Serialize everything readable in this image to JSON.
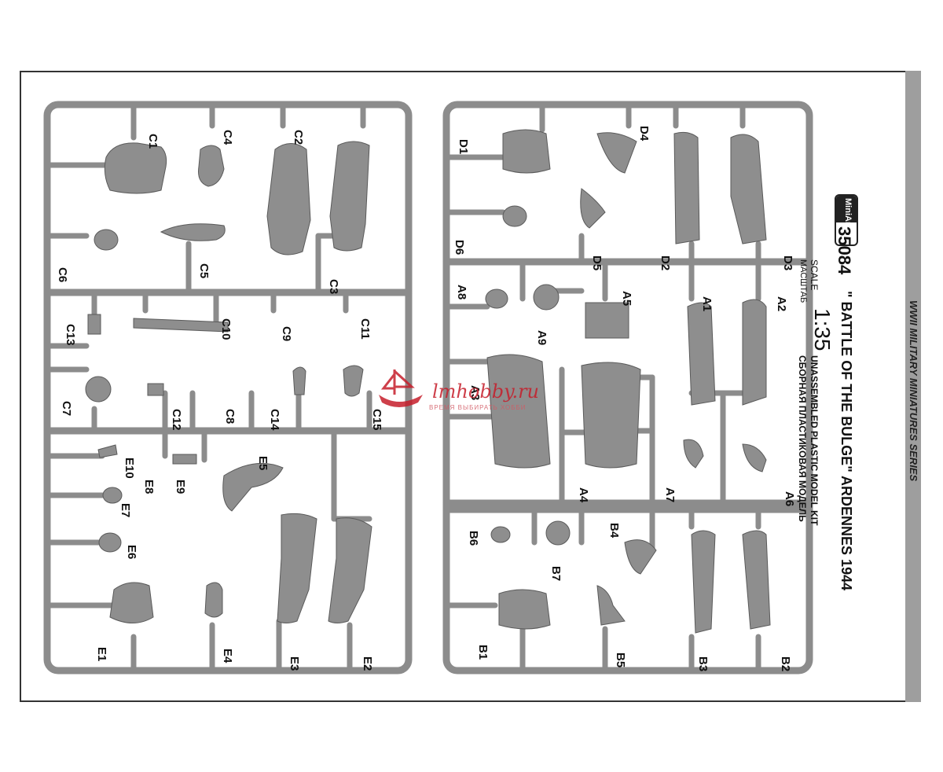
{
  "sprue_left": {
    "labels": [
      "C1",
      "C4",
      "C2",
      "C6",
      "C5",
      "C3",
      "C13",
      "C10",
      "C9",
      "C11",
      "C7",
      "C12",
      "C8",
      "C14",
      "C15",
      "E10",
      "E8",
      "E9",
      "E5",
      "E7",
      "E6",
      "E1",
      "E4",
      "E3",
      "E2"
    ]
  },
  "sprue_right": {
    "labels": [
      "D1",
      "D4",
      "D6",
      "D5",
      "D2",
      "D3",
      "A8",
      "A9",
      "A5",
      "A1",
      "A2",
      "A3",
      "A4",
      "A7",
      "A6",
      "B6",
      "B7",
      "B4",
      "B1",
      "B5",
      "B3",
      "B2"
    ]
  },
  "box": {
    "series": "WWII MILITARY MINIATURES SERIES",
    "brand": "MiniArt",
    "kit_number": "35084",
    "title": "\" BATTLE OF THE BULGE\" ARDENNES 1944",
    "scale_label": "SCALE",
    "scale_label_ru": "МАСШТАБ",
    "scale_value": "1:35",
    "kit_type": "UNASSEMBLED PLASTIC MODEL KIT",
    "kit_type_ru": "СБОРНАЯ ПЛАСТИКОВАЯ МОДЕЛЬ"
  },
  "watermark": {
    "domain": "lmhobby.ru",
    "tagline": "ВРЕМЯ ВЫБИРАТЬ ХОББИ"
  },
  "colors": {
    "sprue": "#8c8c8c",
    "part": "#8e8e8e",
    "label": "#111111",
    "watermark": "#c61e2b"
  }
}
